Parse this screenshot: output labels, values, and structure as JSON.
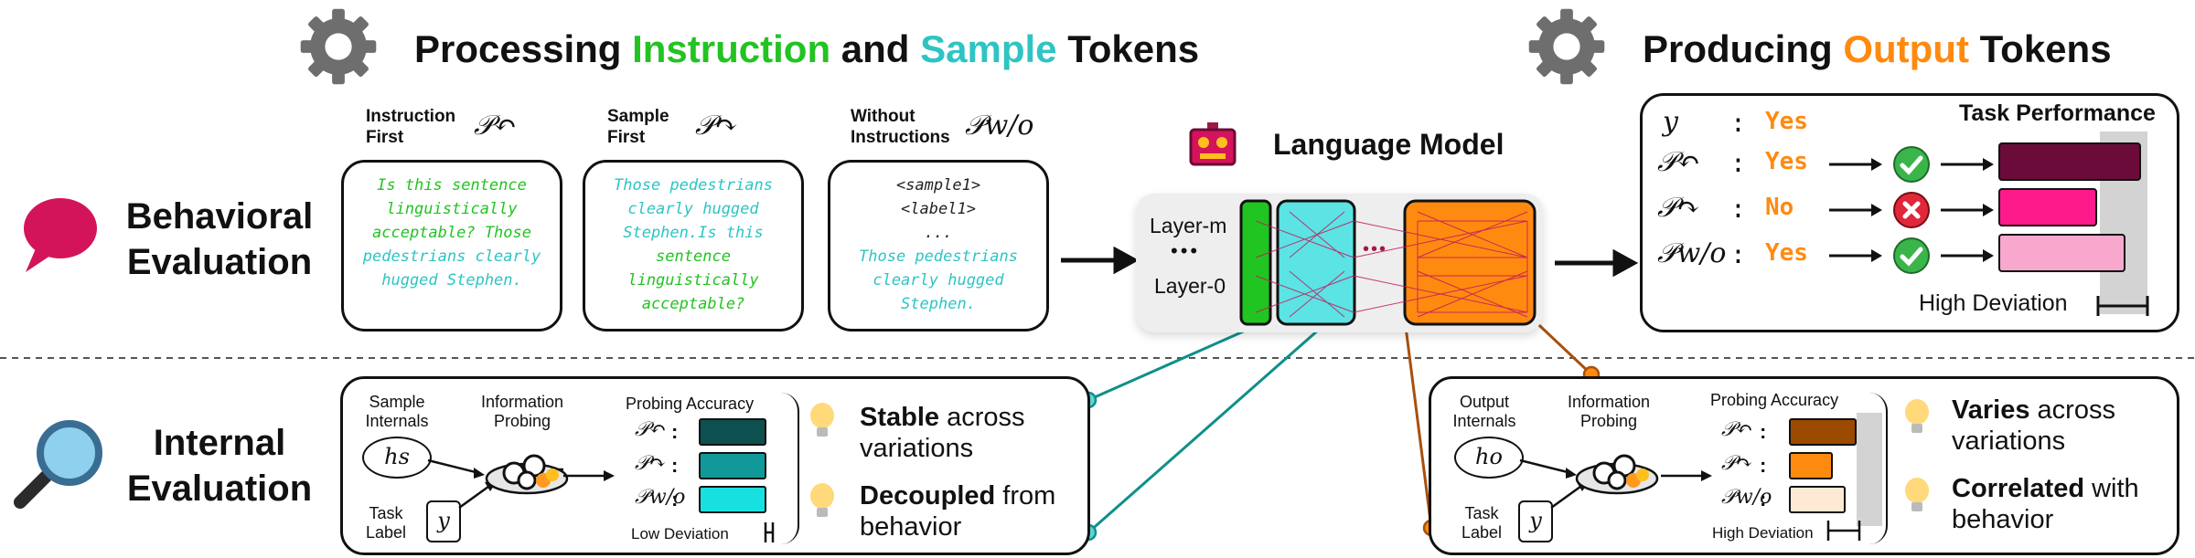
{
  "top": {
    "left_title": {
      "p1": "Processing ",
      "p2": "Instruction",
      "p3": " and ",
      "p4": "Sample",
      "p5": " Tokens"
    },
    "right_title": {
      "p1": "Producing ",
      "p2": "Output",
      "p3": " Tokens"
    }
  },
  "rows": {
    "behavioral": {
      "line1": "Behavioral",
      "line2": "Evaluation"
    },
    "internal": {
      "line1": "Internal",
      "line2": "Evaluation"
    }
  },
  "prompts": [
    {
      "head1": "Instruction",
      "head2": "First",
      "symbol": "𝒫↶",
      "lines": [
        "Is this sentence",
        "linguistically",
        "acceptable? Those",
        "pedestrians clearly",
        "hugged Stephen."
      ]
    },
    {
      "head1": "Sample",
      "head2": "First",
      "symbol": "𝒫↷",
      "lines": [
        "Those pedestrians",
        "clearly hugged",
        "Stephen.Is this",
        "sentence",
        "linguistically",
        "acceptable?"
      ]
    },
    {
      "head1": "Without",
      "head2": "Instructions",
      "symbol": "𝒫w/o",
      "lines": [
        "<sample1>",
        "<label1>",
        "...",
        "Those pedestrians",
        "clearly hugged",
        "Stephen."
      ]
    }
  ],
  "model": {
    "title": "Language Model",
    "layer_top": "Layer-m",
    "layer_bottom": "Layer-0",
    "dots": "•••",
    "mid_dots": "•••"
  },
  "behavioral_result": {
    "y_label": "y",
    "colon": ":",
    "y_value": "Yes",
    "header": "Task Performance",
    "rows": [
      {
        "symbol": "𝒫↶",
        "answer": "Yes",
        "correct": true,
        "fill": 0.93,
        "color": "#6b0b3a"
      },
      {
        "symbol": "𝒫↷",
        "answer": "No",
        "correct": false,
        "fill": 0.64,
        "color": "#ff1a8c"
      },
      {
        "symbol": "𝒫w/o",
        "answer": "Yes",
        "correct": true,
        "fill": 0.83,
        "color": "#f7a8cc"
      }
    ],
    "footer": "High Deviation"
  },
  "internal_left": {
    "sample_internals": "Sample Internals",
    "information_probing": "Information Probing",
    "task_label": "Task Label",
    "h": "hs",
    "y": "y",
    "accuracy_title": "Probing Accuracy",
    "rows": [
      {
        "symbol": "𝒫↶",
        "color": "#0e4f4f",
        "fill": 0.93
      },
      {
        "symbol": "𝒫↷",
        "color": "#119999",
        "fill": 0.93
      },
      {
        "symbol": "𝒫w/o",
        "color": "#19e0e0",
        "fill": 0.93
      }
    ],
    "footer": "Low Deviation",
    "insight1": {
      "bold": "Stable",
      "rest": " across",
      "line2": "variations"
    },
    "insight2": {
      "bold": "Decoupled",
      "rest": " from",
      "line2": "behavior"
    }
  },
  "internal_right": {
    "output_internals": "Output Internals",
    "information_probing": "Information Probing",
    "task_label": "Task Label",
    "h": "ho",
    "y": "y",
    "accuracy_title": "Probing Accuracy",
    "rows": [
      {
        "symbol": "𝒫↶",
        "color": "#9c4a00",
        "fill": 0.93
      },
      {
        "symbol": "𝒫↷",
        "color": "#ff8a10",
        "fill": 0.6
      },
      {
        "symbol": "𝒫w/o",
        "color": "#fde9d4",
        "fill": 0.78
      }
    ],
    "footer": "High Deviation",
    "insight1": {
      "bold": "Varies",
      "rest": " across",
      "line2": "variations"
    },
    "insight2": {
      "bold": "Correlated",
      "rest": " with",
      "line2": "behavior"
    }
  },
  "colors": {
    "instruction": "#22c322",
    "sample": "#2ec4c4",
    "output": "#ff8a10",
    "speech": "#d4145a",
    "link_teal": "#0f8f8a",
    "link_brown": "#a8500c"
  }
}
